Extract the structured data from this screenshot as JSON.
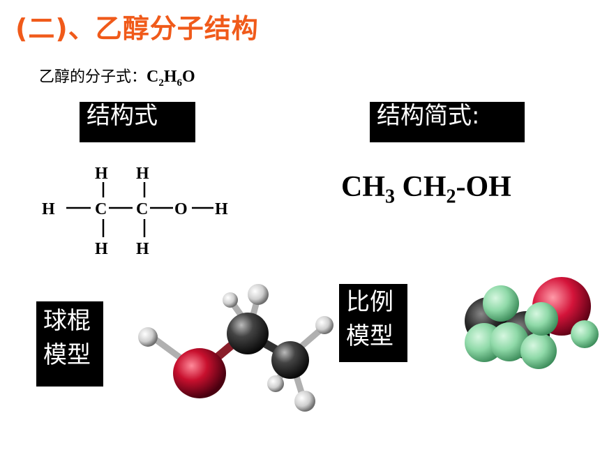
{
  "title": "(二)、乙醇分子结构",
  "molecular_formula": {
    "label": "乙醇的分子式：",
    "formula": [
      {
        "text": "C",
        "sub": "2"
      },
      {
        "text": "H",
        "sub": "6"
      },
      {
        "text": "O",
        "sub": ""
      }
    ]
  },
  "structural_formula_label": "结构式",
  "condensed_formula_label": "结构简式:",
  "condensed_formula": {
    "part1": "CH",
    "sub1": "3",
    "part2": " CH",
    "sub2": "2",
    "part3": "-OH"
  },
  "structural_atoms": {
    "top_h1": "H",
    "top_h2": "H",
    "left_h": "H",
    "c1": "C",
    "c2": "C",
    "o": "O",
    "right_h": "H",
    "bottom_h1": "H",
    "bottom_h2": "H"
  },
  "ball_stick_label": [
    "球棍",
    "模型"
  ],
  "space_filling_label": [
    "比例",
    "模型"
  ],
  "colors": {
    "title": "#f05a1a",
    "oxygen": "#c8102e",
    "carbon": "#333333",
    "hydrogen_ball": "#d8d8d8",
    "hydrogen_fill": "#8fd9a8"
  }
}
